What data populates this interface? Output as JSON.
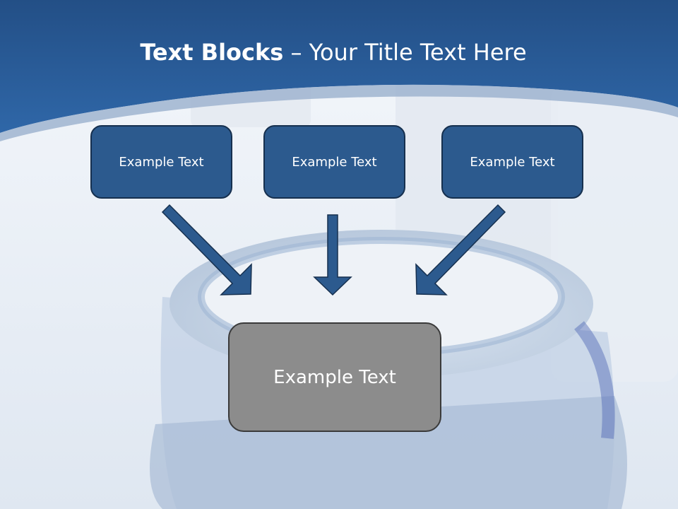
{
  "slide": {
    "title_bold": "Text Blocks",
    "title_rest": " – Your Title Text Here",
    "boxes": [
      {
        "label": "Example Text"
      },
      {
        "label": "Example Text"
      },
      {
        "label": "Example Text"
      }
    ],
    "result_box": {
      "label": "Example Text"
    }
  },
  "colors": {
    "header_blue": "#2a5c98",
    "box_fill": "#2c5a8e",
    "box_border": "#16304f",
    "arrow_fill": "#2c5a8e",
    "result_fill": "#8c8c8c",
    "result_border": "#3a3a3a"
  },
  "icons": [
    "cream-jar-photo"
  ]
}
